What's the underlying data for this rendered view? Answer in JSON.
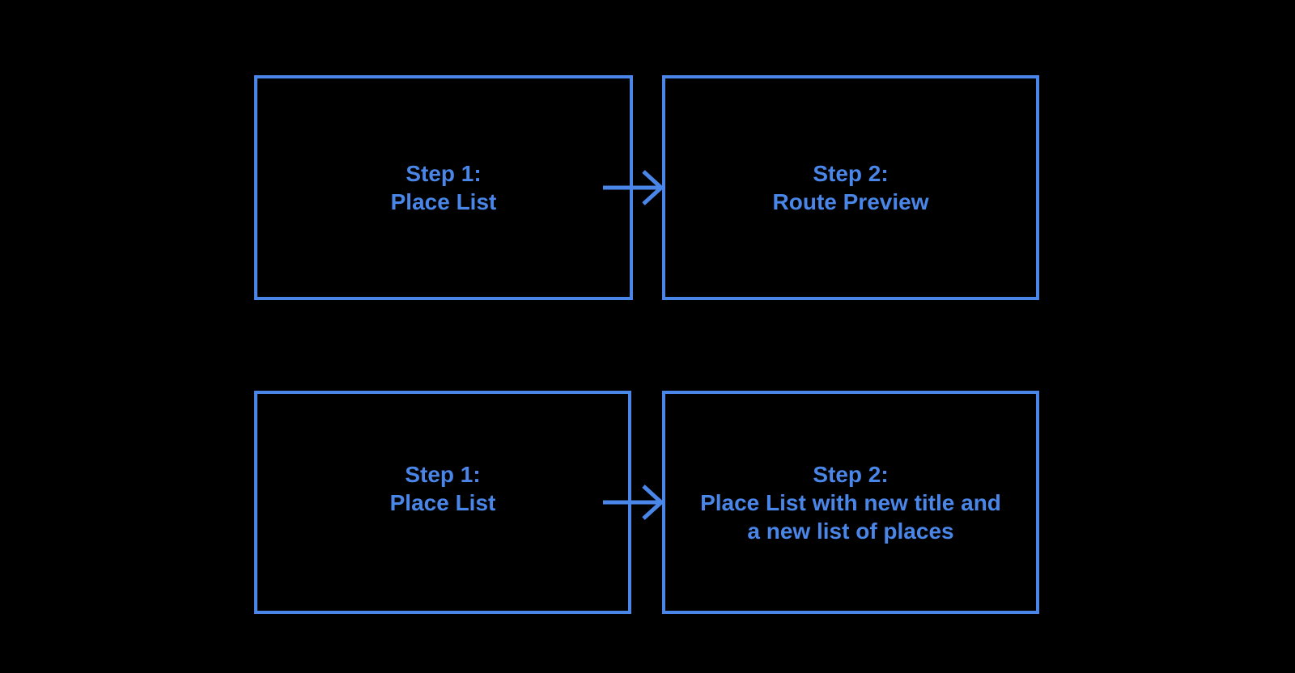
{
  "diagram": {
    "background_color": "#000000",
    "accent_color": "#4A86E8",
    "boxes": {
      "top_left": {
        "line1": "Step 1:",
        "line2": "Place List"
      },
      "top_right": {
        "line1": "Step 2:",
        "line2": "Route Preview"
      },
      "bottom_left": {
        "line1": "Step 1:",
        "line2": "Place List"
      },
      "bottom_right": {
        "line1": "Step 2:",
        "line2": "Place List with new title and",
        "line3": "a new list of places"
      }
    },
    "connectors": [
      {
        "from": "top_left",
        "to": "top_right",
        "direction": "right"
      },
      {
        "from": "bottom_left",
        "to": "bottom_right",
        "direction": "right"
      }
    ]
  }
}
